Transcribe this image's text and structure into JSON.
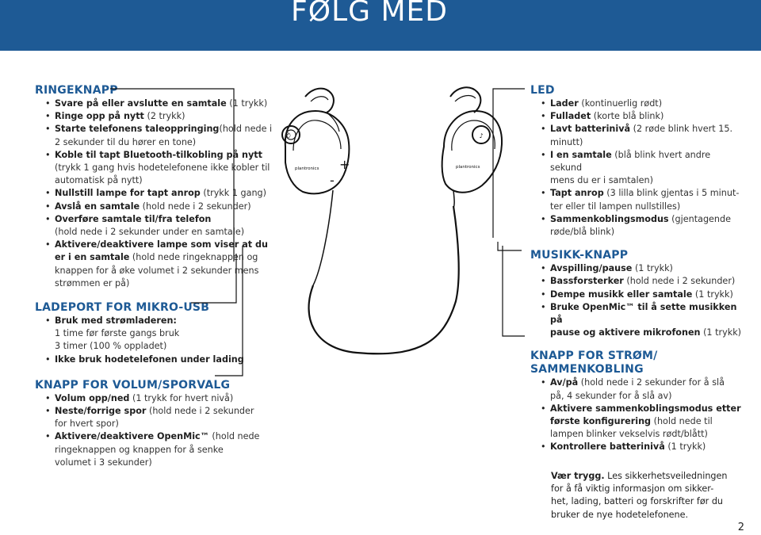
{
  "header": {
    "title": "FØLG MED"
  },
  "left": {
    "ringeknapp": {
      "title": "RINGEKNAPP",
      "items": [
        {
          "b": "Svare på eller avslutte en samtale",
          "r": " (1 trykk)"
        },
        {
          "b": "Ringe opp på nytt",
          "r": " (2 trykk)"
        },
        {
          "b": "Starte telefonens taleoppringing",
          "r": "(hold nede i"
        },
        {
          "c": true,
          "r": "2 sekunder til du hører en tone)"
        },
        {
          "b": "Koble til tapt Bluetooth-tilkobling på nytt",
          "r": ""
        },
        {
          "c": true,
          "r": "(trykk 1 gang hvis hodetelefonene ikke kobler til"
        },
        {
          "c": true,
          "r": "automatisk på nytt)"
        },
        {
          "b": "Nullstill lampe for tapt anrop",
          "r": " (trykk 1 gang)"
        },
        {
          "b": "Avslå en samtale",
          "r": " (hold nede i 2 sekunder)"
        },
        {
          "b": "Overføre samtale til/fra telefon",
          "r": ""
        },
        {
          "c": true,
          "r": "(hold nede i 2 sekunder under en samtale)"
        },
        {
          "b": "Aktivere/deaktivere lampe som viser at du",
          "r": ""
        },
        {
          "c": true,
          "b": "er i en samtale",
          "r": " (hold nede ringeknappen og"
        },
        {
          "c": true,
          "r": "knappen for å øke volumet i 2 sekunder mens"
        },
        {
          "c": true,
          "r": "strømmen er på)"
        }
      ]
    },
    "ladeport": {
      "title": "LADEPORT FOR MIKRO-USB",
      "items": [
        {
          "b": "Bruk med strømladeren:",
          "r": ""
        },
        {
          "c": true,
          "r": "1 time før første gangs bruk"
        },
        {
          "c": true,
          "r": "3 timer (100 % oppladet)"
        },
        {
          "b": "Ikke bruk hodetelefonen under lading",
          "r": ""
        }
      ]
    },
    "volum": {
      "title": "KNAPP FOR VOLUM/SPORVALG",
      "items": [
        {
          "b": "Volum opp/ned",
          "r": " (1 trykk for hvert nivå)"
        },
        {
          "b": "Neste/forrige spor",
          "r": " (hold nede i 2 sekunder"
        },
        {
          "c": true,
          "r": "for hvert spor)"
        },
        {
          "b": "Aktivere/deaktivere OpenMic™",
          "r": " (hold nede"
        },
        {
          "c": true,
          "r": "ringeknappen og knappen for å senke"
        },
        {
          "c": true,
          "r": "volumet i 3 sekunder)"
        }
      ]
    }
  },
  "right": {
    "led": {
      "title": "LED",
      "items": [
        {
          "b": "Lader",
          "r": " (kontinuerlig rødt)"
        },
        {
          "b": "Fulladet",
          "r": " (korte blå blink)"
        },
        {
          "b": "Lavt batterinivå",
          "r": " (2 røde blink hvert 15."
        },
        {
          "c": true,
          "r": "minutt)"
        },
        {
          "b": "I en samtale",
          "r": " (blå blink hvert andre sekund"
        },
        {
          "c": true,
          "r": "mens du er i samtalen)"
        },
        {
          "b": "Tapt anrop",
          "r": " (3 lilla blink gjentas i 5 minut-"
        },
        {
          "c": true,
          "r": "ter eller til lampen nullstilles)"
        },
        {
          "b": "Sammenkoblingsmodus",
          "r": " (gjentagende"
        },
        {
          "c": true,
          "r": "røde/blå blink)"
        }
      ]
    },
    "musikk": {
      "title": "MUSIKK-KNAPP",
      "items": [
        {
          "b": "Avspilling/pause",
          "r": " (1 trykk)"
        },
        {
          "b": "Bassforsterker",
          "r": " (hold nede i 2 sekunder)"
        },
        {
          "b": "Dempe musikk eller samtale",
          "r": " (1 trykk)"
        },
        {
          "b": "Bruke OpenMic™ til å sette musikken på",
          "r": ""
        },
        {
          "c": true,
          "b": "pause og aktivere mikrofonen",
          "r": " (1 trykk)"
        }
      ]
    },
    "strom": {
      "title1": "KNAPP FOR STRØM/",
      "title2": "SAMMENKOBLING",
      "items": [
        {
          "b": "Av/på",
          "r": " (hold nede i 2 sekunder for å slå"
        },
        {
          "c": true,
          "r": "på, 4 sekunder for å slå av)"
        },
        {
          "b": "Aktivere sammenkoblingsmodus etter",
          "r": ""
        },
        {
          "c": true,
          "b": "første konfigurering",
          "r": " (hold nede til"
        },
        {
          "c": true,
          "r": "lampen blinker vekselvis rødt/blått)"
        },
        {
          "b": "Kontrollere batterinivå",
          "r": " (1 trykk)"
        }
      ]
    }
  },
  "safety": {
    "lines": [
      {
        "b": "Vær trygg.",
        "r": " Les sikkerhetsveiledningen"
      },
      {
        "r": "for å få viktig informasjon om sikker-"
      },
      {
        "r": "het, lading, batteri og forskrifter før du"
      },
      {
        "r": "bruker de nye hodetelefonene."
      }
    ]
  },
  "diagram": {
    "brand": "plantronics",
    "plus": "+",
    "minus": "-"
  },
  "page_number": "2"
}
